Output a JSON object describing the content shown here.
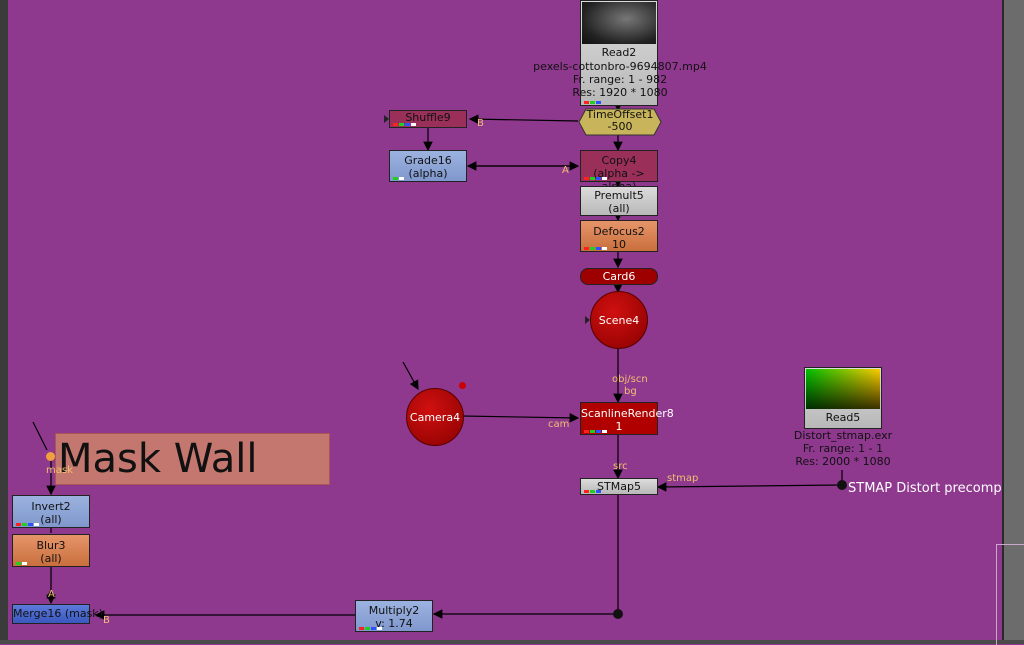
{
  "nodes": {
    "read2": {
      "name": "Read2",
      "file": "pexels-cottonbro-9694807.mp4",
      "range": "Fr. range: 1 - 982",
      "res": "Res: 1920 * 1080"
    },
    "timeoffset": {
      "name": "TimeOffset1",
      "value": "-500"
    },
    "shuffle": {
      "name": "Shuffle9",
      "input": "B"
    },
    "grade": {
      "name": "Grade16",
      "sub": "(alpha)"
    },
    "copy": {
      "name": "Copy4",
      "sub": "(alpha -> alpha)",
      "input": "A"
    },
    "premult": {
      "name": "Premult5",
      "sub": "(all)"
    },
    "defocus": {
      "name": "Defocus2",
      "sub": "10"
    },
    "card": {
      "name": "Card6"
    },
    "scene": {
      "name": "Scene4"
    },
    "camera": {
      "name": "Camera4"
    },
    "scanline": {
      "name": "ScanlineRender8",
      "sub": "1",
      "in_obj": "obj/scn",
      "in_bg": "bg",
      "in_cam": "cam"
    },
    "read5": {
      "name": "Read5",
      "file": "Distort_stmap.exr",
      "range": "Fr. range: 1 - 1",
      "res": "Res: 2000 * 1080"
    },
    "stmap": {
      "name": "STMap5",
      "in_src": "src",
      "in_stmap": "stmap"
    },
    "stmap_note": "STMAP Distort precomp",
    "sticky": "Mask Wall",
    "mask_label": "mask",
    "invert": {
      "name": "Invert2",
      "sub": "(all)"
    },
    "blur": {
      "name": "Blur3",
      "sub": "(all)"
    },
    "merge": {
      "name": "Merge16 (mask)",
      "in_a": "A",
      "in_b": "B"
    },
    "multiply": {
      "name": "Multiply2",
      "sub": "v: 1.74"
    }
  },
  "colors": {
    "background": "#8e388e",
    "wire": "#000000",
    "label": "#f0c070"
  }
}
